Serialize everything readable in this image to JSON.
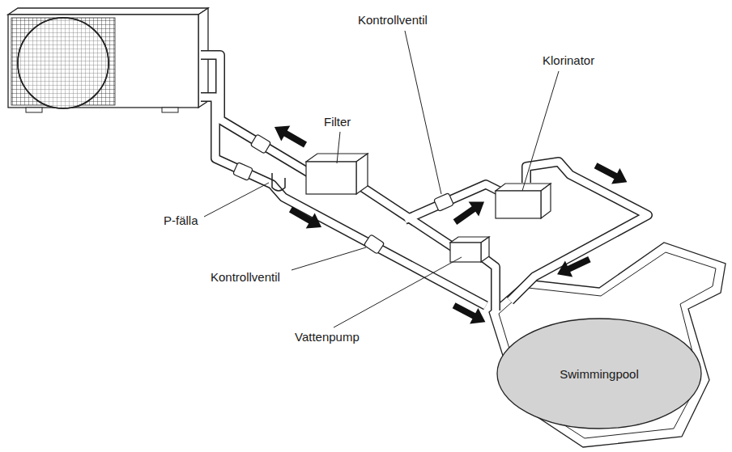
{
  "diagram": {
    "nodes": [
      {
        "text": [
          "Swimmingpool"
        ]
      }
    ],
    "labels": [
      "Kontrollventil",
      "Filter",
      "Klorinator",
      "P-fälla",
      "Kontrollventil",
      "Vattenpump"
    ]
  }
}
